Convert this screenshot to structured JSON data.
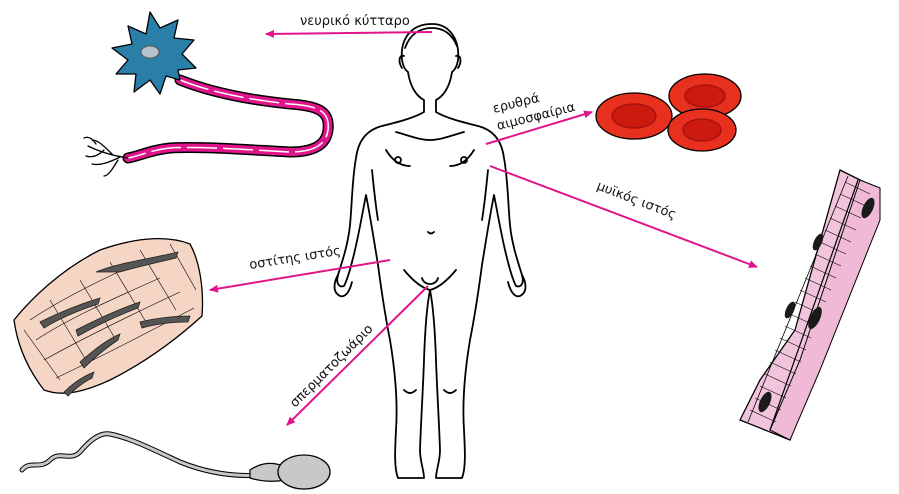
{
  "labels": {
    "nerve_cell": "νευρικό κύτταρο",
    "red_blood_cells_line1": "ερυθρά",
    "red_blood_cells_line2": "αιμοσφαίρια",
    "muscle_tissue": "μυϊκός ιστός",
    "bone_tissue": "οστίτης ιστός",
    "sperm_cell": "σπερματοζωάριο"
  },
  "colors": {
    "arrow": "#e0158c",
    "neuron_body": "#2a7fa8",
    "myelin": "#e0158c",
    "red_cell": "#e8301e",
    "red_cell_center": "#cc1a10",
    "muscle": "#f2c4dc",
    "muscle_nucleus": "#1a1a1a",
    "bone": "#f5d6c4",
    "bone_canal": "#555555",
    "sperm": "#c8c8c8",
    "outline": "#000000"
  },
  "icons": [
    "neuron-icon",
    "red-blood-cells-icon",
    "muscle-fiber-icon",
    "bone-tissue-icon",
    "sperm-cell-icon",
    "human-body-icon"
  ]
}
